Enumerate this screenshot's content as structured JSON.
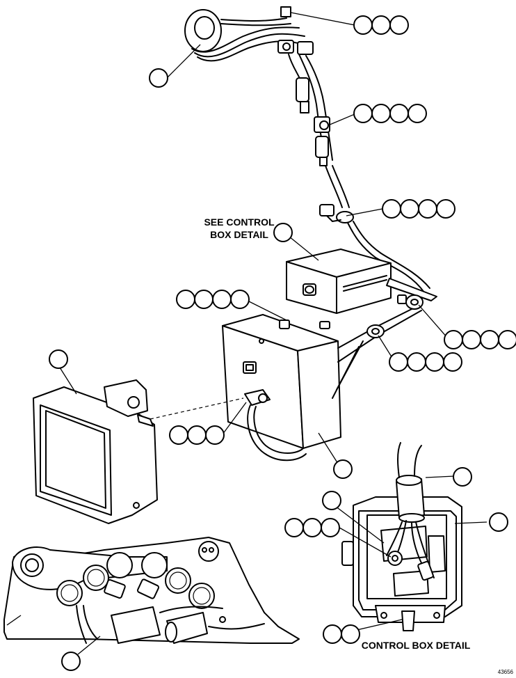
{
  "labels": {
    "see_control_box_detail_line1": "SEE CONTROL",
    "see_control_box_detail_line2": "BOX DETAIL",
    "control_box_detail": "CONTROL BOX DETAIL",
    "figure_number": "43656"
  }
}
